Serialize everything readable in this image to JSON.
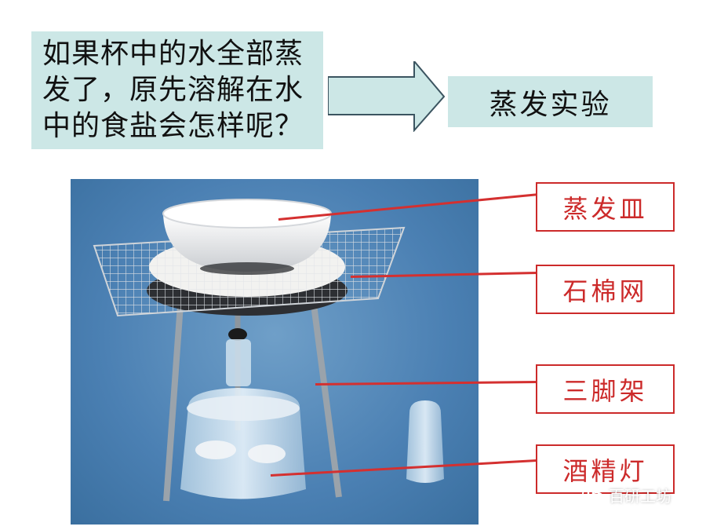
{
  "question": {
    "lines": [
      "如果杯中的水全部蒸",
      "发了，原先溶解在水",
      "中的食盐会怎样呢？"
    ]
  },
  "title": "蒸发实验",
  "labels": [
    "蒸发皿",
    "石棉网",
    "三脚架",
    "酒精灯"
  ],
  "watermark": "百研工坊",
  "colors": {
    "box_fill": "#cce7e6",
    "label_red": "#cc2a2a",
    "photo_blue": "#4b80b3"
  }
}
